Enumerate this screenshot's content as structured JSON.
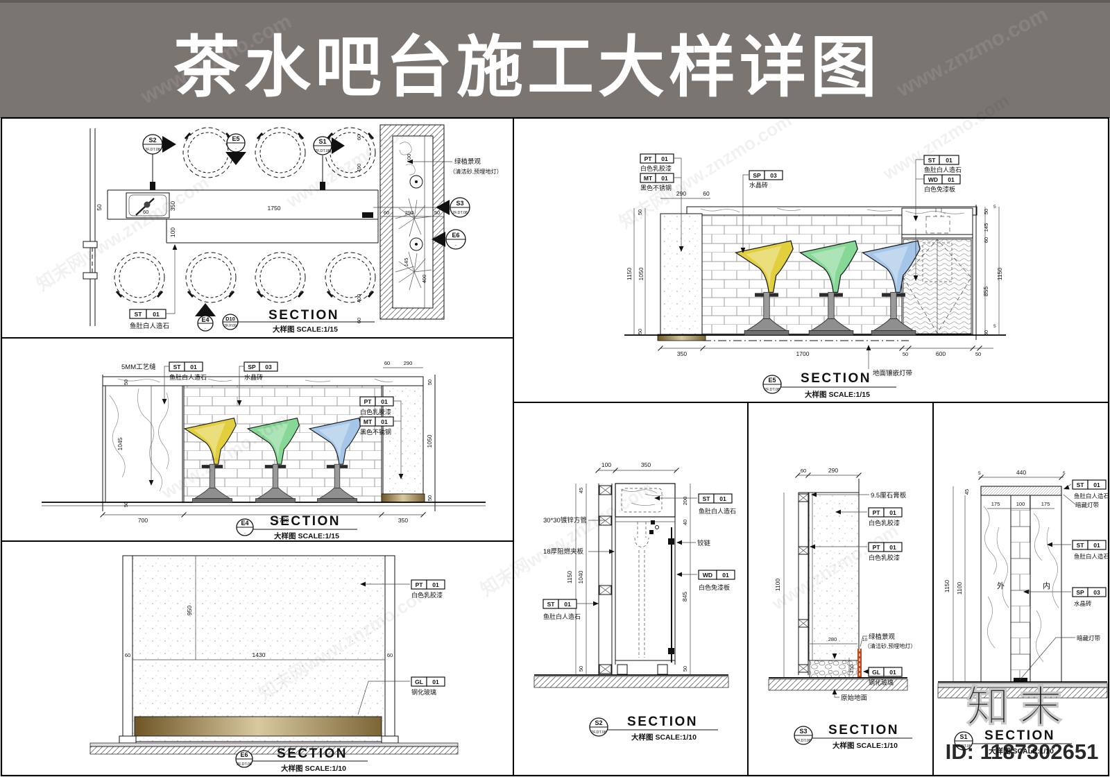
{
  "title": "茶水吧台施工大样详图",
  "watermarks": {
    "brand": "知末",
    "id": "ID: 1187302651",
    "tile": "www.znzmo.com",
    "tile2": "知末网www.znzmo.com"
  },
  "colors": {
    "title_bg": "#7b7572",
    "stool_yellow": "#e2cf3e",
    "stool_green": "#85d895",
    "stool_blue": "#a5c6e8",
    "gold_light": "#d8c9a0",
    "gold_dark": "#6e5526"
  },
  "plan": {
    "section": "SECTION",
    "scale": "大样图  SCALE:1/15",
    "markers": {
      "s2": {
        "id": "S2",
        "sub": "2F.DT.08"
      },
      "e5": {
        "id": "E5",
        "sub": ".."
      },
      "s1": {
        "id": "S1",
        "sub": "2F.DT.08"
      },
      "s3": {
        "id": "S3",
        "sub": "2F.DT.08"
      },
      "e6": {
        "id": "E6",
        "sub": ".."
      },
      "e4": {
        "id": "E4",
        "sub": ".."
      },
      "d10": {
        "id": "D10",
        "sub": "2F.P.09"
      }
    },
    "tag_st": {
      "code": "ST",
      "num": "01",
      "desc": "鱼肚白人造石"
    },
    "plant1": "绿植景观",
    "plant2": "（清洁砂,预埋地灯）",
    "dims": {
      "w50": "50",
      "sink60": "60",
      "h350": "350",
      "w1750": "1750",
      "h100": "100",
      "c60t": "60",
      "c490": "490",
      "c400b": "400",
      "c60b": "60",
      "p100": "100",
      "p145": "145",
      "p400": "400",
      "m60": "60",
      "m290": "290",
      "m50": "50"
    }
  },
  "e5": {
    "section": "SECTION",
    "scale": "大样图  SCALE:1/15",
    "marker": {
      "id": "E5",
      "sub": "2F.DT.08"
    },
    "tag_pt": {
      "code": "PT",
      "num": "01",
      "desc": "白色乳胶漆"
    },
    "tag_mt": {
      "code": "MT",
      "num": "01",
      "desc": "黑色不锈钢"
    },
    "tag_sp": {
      "code": "SP",
      "num": "03",
      "desc": "水晶砖"
    },
    "tag_st": {
      "code": "ST",
      "num": "01",
      "desc": "鱼肚白人造石"
    },
    "tag_wd": {
      "code": "WD",
      "num": "01",
      "desc": "白色免漆板"
    },
    "callout": "地面镶嵌灯带",
    "dims": {
      "t290": "290",
      "t60": "60",
      "l50t": "50",
      "l1150": "1150",
      "l1050": "1050",
      "l50b": "50",
      "r50t": "50",
      "r5t": "5",
      "r145": "145",
      "r60": "60",
      "r855": "855",
      "r1150": "1150",
      "r5b": "5",
      "r50b": "50",
      "b350": "350",
      "b1700": "1700",
      "b50a": "50",
      "b600": "600",
      "b50b": "50"
    }
  },
  "e4": {
    "section": "SECTION",
    "scale": "大样图  SCALE:1/15",
    "marker": {
      "id": "E4",
      "sub": ".."
    },
    "seam": "5MM工艺缝",
    "tag_st": {
      "code": "ST",
      "num": "01",
      "desc": "鱼肚白人造石"
    },
    "tag_sp": {
      "code": "SP",
      "num": "03",
      "desc": "水晶砖"
    },
    "tag_pt": {
      "code": "PT",
      "num": "01",
      "desc": "白色乳胶漆"
    },
    "tag_mt": {
      "code": "MT",
      "num": "01",
      "desc": "黑色不锈钢"
    },
    "dims": {
      "l50t": "50",
      "l1045": "1045",
      "l50b": "50",
      "t60": "60",
      "t290": "290",
      "r50t": "50",
      "r1050": "1050",
      "r50b": "50",
      "b700": "700",
      "b1700": "1700",
      "b350": "350"
    }
  },
  "e6": {
    "section": "SECTION",
    "scale": "大样图  SCALE:1/10",
    "marker": {
      "id": "E6",
      "sub": "2F.DT.08"
    },
    "tag_pt": {
      "code": "PT",
      "num": "01",
      "desc": "白色乳胶漆"
    },
    "tag_gl": {
      "code": "GL",
      "num": "01",
      "desc": "钢化玻璃"
    },
    "dims": {
      "v950": "950",
      "l60": "60",
      "w1430": "1430",
      "r60": "60"
    }
  },
  "s2": {
    "section": "SECTION",
    "scale": "大样图  SCALE:1/10",
    "marker": {
      "id": "S2",
      "sub": "2F.DT.08"
    },
    "lbl_tube": "30*30镀锌方管",
    "lbl_board": "18厚阻燃夹板",
    "lbl_hinge": "铰链",
    "tag_st_l": {
      "code": "ST",
      "num": "01",
      "desc": "鱼肚白人造石"
    },
    "tag_st_r": {
      "code": "ST",
      "num": "01",
      "desc": "鱼肚白人造石"
    },
    "tag_wd": {
      "code": "WD",
      "num": "01",
      "desc": "白色免漆板"
    },
    "dims": {
      "t100": "100",
      "t350": "350",
      "l45": "45",
      "l1150": "1150",
      "l1040": "1040",
      "l50": "50",
      "r200": "200",
      "r40": "40",
      "r845": "845",
      "r50": "50"
    }
  },
  "s3": {
    "section": "SECTION",
    "scale": "大样图  SCALE:1/10",
    "marker": {
      "id": "S3",
      "sub": "2F.DT.08"
    },
    "lbl_gyp": "9.5厘石膏板",
    "tag_pt1": {
      "code": "PT",
      "num": "01",
      "desc": "白色乳胶漆"
    },
    "tag_pt2": {
      "code": "PT",
      "num": "01",
      "desc": "白色乳胶漆"
    },
    "tag_gl": {
      "code": "GL",
      "num": "01",
      "desc": "钢化玻璃"
    },
    "plant1": "绿植景观",
    "plant2": "（清洁砂,预埋地灯）",
    "lbl_floor": "原始地面",
    "dims": {
      "t60": "60",
      "t290": "290",
      "l1100": "1100",
      "b280": "280",
      "b10": "10",
      "b150": "150"
    }
  },
  "s1": {
    "section": "SECTION",
    "scale": "大样图  SCALE:1/10",
    "marker": {
      "id": "S1",
      "sub": "2F.DT.08"
    },
    "tag_st_t": {
      "code": "ST",
      "num": "01",
      "desc": "鱼肚白人造石"
    },
    "lbl_light_t": "暗藏灯带",
    "tag_st_m": {
      "code": "ST",
      "num": "01",
      "desc": "鱼肚白人造石"
    },
    "tag_sp": {
      "code": "SP",
      "num": "03",
      "desc": "水晶砖"
    },
    "lbl_light_b": "暗藏灯带",
    "lbl_out": "外",
    "lbl_in": "内",
    "dims": {
      "t5a": "5",
      "t440": "440",
      "t5b": "5",
      "l45": "45",
      "s175a": "175",
      "s100": "100",
      "s175b": "175",
      "l1150": "1150",
      "l1100": "1100"
    }
  }
}
